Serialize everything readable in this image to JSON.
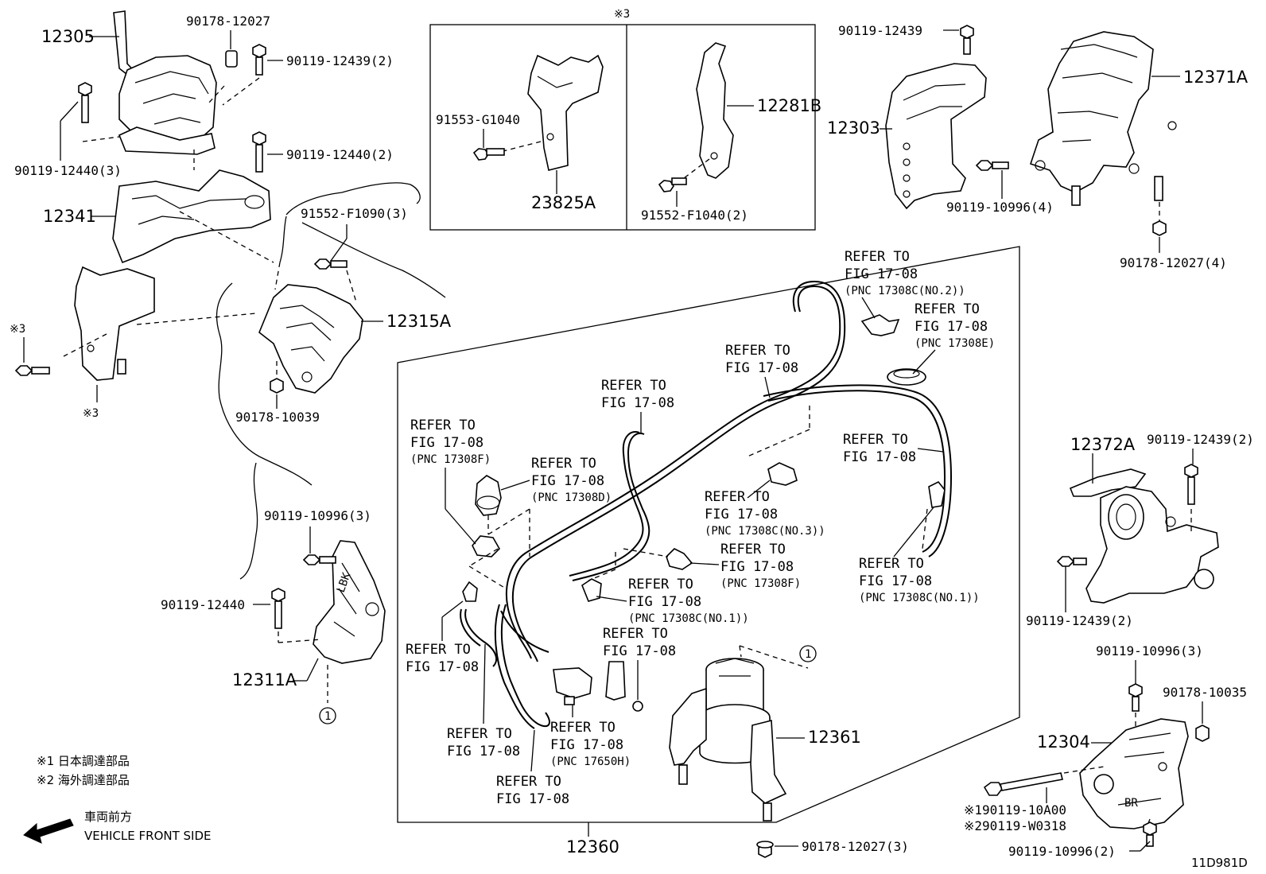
{
  "parts": {
    "p12305": "12305",
    "p90178_12027_top": "90178-12027",
    "p90119_12439_2": "90119-12439(2)",
    "p90119_12440_3": "90119-12440(3)",
    "p90119_12440_2": "90119-12440(2)",
    "p12341": "12341",
    "p91552_F1090_3": "91552-F1090(3)",
    "p12315A": "12315A",
    "p90178_10039": "90178-10039",
    "p90119_10996_3_left": "90119-10996(3)",
    "p90119_12440": "90119-12440",
    "p12311A": "12311A",
    "p91553_G1040": "91553-G1040",
    "p23825A": "23825A",
    "p12281B": "12281B",
    "p91552_F1040_2": "91552-F1040(2)",
    "p90119_12439_top": "90119-12439",
    "p12303": "12303",
    "p90119_10996_4": "90119-10996(4)",
    "p12371A": "12371A",
    "p90178_12027_4": "90178-12027(4)",
    "p12372A": "12372A",
    "p90119_12439_2_right": "90119-12439(2)",
    "p90119_12439_2_bottom": "90119-12439(2)",
    "p90119_10996_3_right": "90119-10996(3)",
    "p90178_10035": "90178-10035",
    "p12304": "12304",
    "p90119_10A00": "※190119-10A00",
    "p90119_W0318": "※290119-W0318",
    "p90119_10996_2": "90119-10996(2)",
    "p12361": "12361",
    "p12360": "12360",
    "p90178_12027_3": "90178-12027(3)"
  },
  "marks": {
    "box_note": "※3",
    "left_note": "※3",
    "left_note_bottom": "※3",
    "circle_1": "1"
  },
  "refer": {
    "refer_to": "REFER TO",
    "fig": "FIG 17-08",
    "pnc_17308C_no2": "(PNC 17308C(NO.2))",
    "pnc_17308E": "(PNC 17308E)",
    "pnc_17308F": "(PNC 17308F)",
    "pnc_17308D": "(PNC 17308D)",
    "pnc_17308C_no3": "(PNC 17308C(NO.3))",
    "pnc_17308C_no1": "(PNC 17308C(NO.1))",
    "pnc_17650H": "(PNC 17650H)"
  },
  "legend": {
    "note1": "※1 日本調達部品",
    "note2": "※2 海外調達部品",
    "front_jp": "車両前方",
    "front_en": "VEHICLE FRONT SIDE"
  },
  "figure_id": "11D981D"
}
